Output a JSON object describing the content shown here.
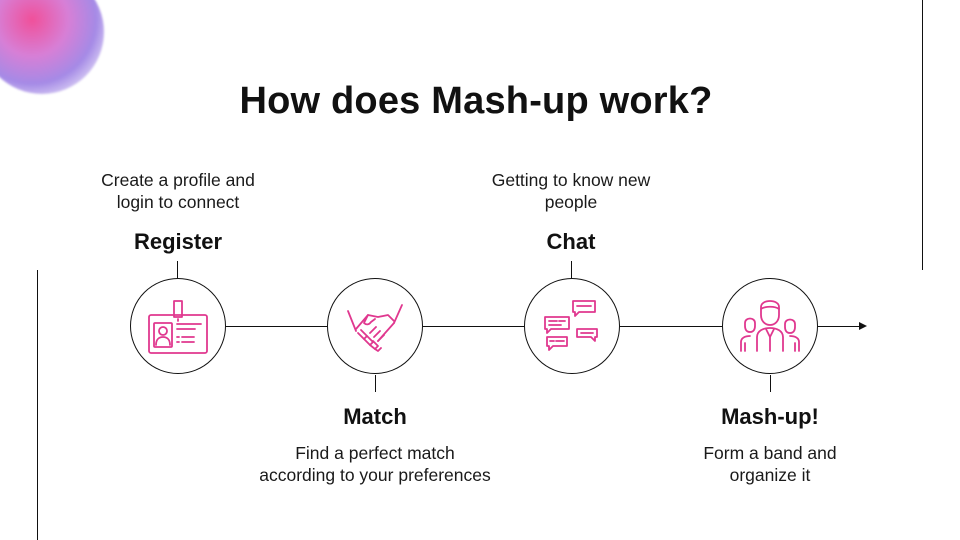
{
  "title": "How does Mash-up work?",
  "accent_color": "#e0388f",
  "steps": [
    {
      "label": "Register",
      "description_line1": "Create a profile and",
      "description_line2": "login to connect",
      "icon": "id-card-icon"
    },
    {
      "label": "Match",
      "description_line1": "Find a perfect match",
      "description_line2": "according to your preferences",
      "icon": "handshake-icon"
    },
    {
      "label": "Chat",
      "description_line1": "Getting to know new",
      "description_line2": "people",
      "icon": "chat-bubbles-icon"
    },
    {
      "label": "Mash-up!",
      "description_line1": "Form a band and",
      "description_line2": "organize it",
      "icon": "group-people-icon"
    }
  ]
}
